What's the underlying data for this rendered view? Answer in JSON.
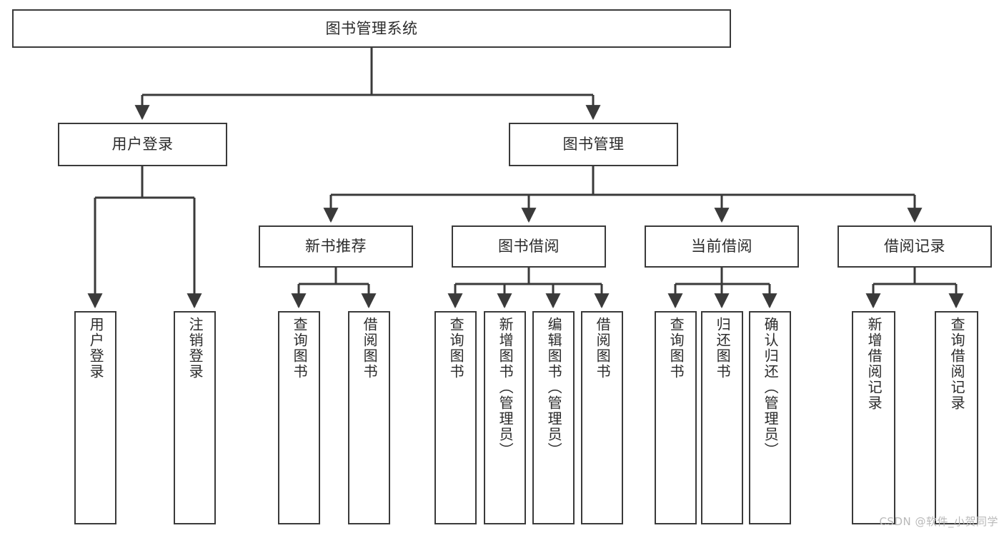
{
  "diagram": {
    "type": "tree-hierarchy",
    "title": "图书管理系统",
    "orientation": "top-down",
    "colors": {
      "box_border": "#3a3a3a",
      "box_fill": "#ffffff",
      "connector": "#3a3a3a",
      "text": "#2b2b2b",
      "watermark": "#b9b9b9",
      "background": "#ffffff"
    },
    "root": {
      "label": "图书管理系统"
    },
    "level2": [
      {
        "id": "user-login",
        "label": "用户登录"
      },
      {
        "id": "book-manage",
        "label": "图书管理"
      }
    ],
    "level3": [
      {
        "id": "new-book-recommend",
        "label": "新书推荐"
      },
      {
        "id": "book-borrow",
        "label": "图书借阅"
      },
      {
        "id": "current-borrow",
        "label": "当前借阅"
      },
      {
        "id": "borrow-record",
        "label": "借阅记录"
      }
    ],
    "leaves": {
      "user_login": [
        {
          "id": "leaf-user-login",
          "label": "用户登录"
        },
        {
          "id": "leaf-logout",
          "label": "注销登录"
        }
      ],
      "new_book_recommend": [
        {
          "id": "leaf-query-book-1",
          "label": "查询图书"
        },
        {
          "id": "leaf-borrow-book-1",
          "label": "借阅图书"
        }
      ],
      "book_borrow": [
        {
          "id": "leaf-query-book-2",
          "label": "查询图书"
        },
        {
          "id": "leaf-add-book",
          "label": "新增图书（管理员）"
        },
        {
          "id": "leaf-edit-book",
          "label": "编辑图书（管理员）"
        },
        {
          "id": "leaf-borrow-book-2",
          "label": "借阅图书"
        }
      ],
      "current_borrow": [
        {
          "id": "leaf-query-book-3",
          "label": "查询图书"
        },
        {
          "id": "leaf-return-book",
          "label": "归还图书"
        },
        {
          "id": "leaf-confirm-return",
          "label": "确认归还（管理员）"
        }
      ],
      "borrow_record": [
        {
          "id": "leaf-add-record",
          "label": "新增借阅记录"
        },
        {
          "id": "leaf-query-record",
          "label": "查询借阅记录"
        }
      ]
    }
  },
  "watermark": {
    "text": "CSDN @软件_小贺同学"
  }
}
